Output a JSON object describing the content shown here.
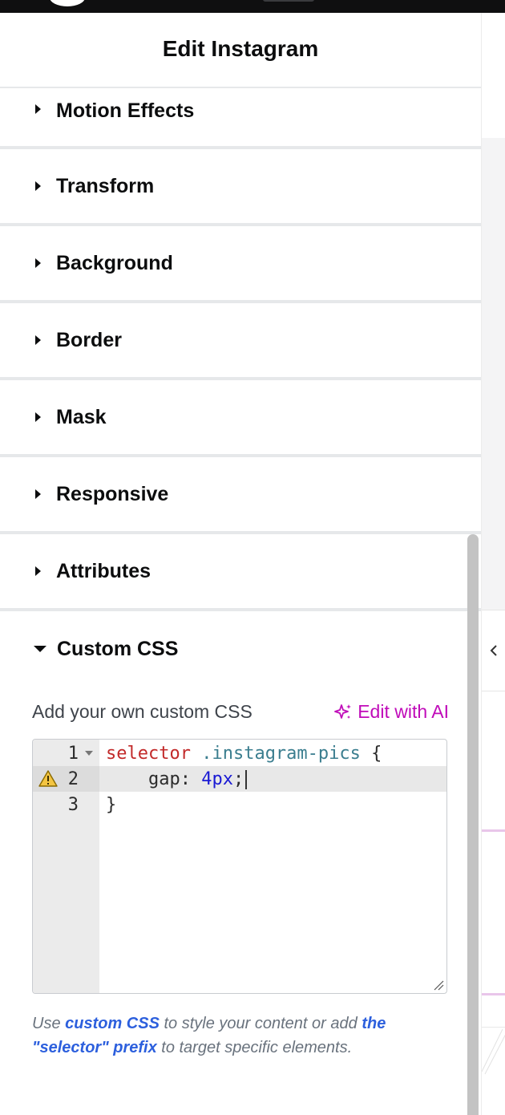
{
  "panel": {
    "title": "Edit Instagram"
  },
  "sections": [
    {
      "label": "Motion Effects",
      "expanded": false
    },
    {
      "label": "Transform",
      "expanded": false
    },
    {
      "label": "Background",
      "expanded": false
    },
    {
      "label": "Border",
      "expanded": false
    },
    {
      "label": "Mask",
      "expanded": false
    },
    {
      "label": "Responsive",
      "expanded": false
    },
    {
      "label": "Attributes",
      "expanded": false
    },
    {
      "label": "Custom CSS",
      "expanded": true
    }
  ],
  "custom_css": {
    "description": "Add your own custom CSS",
    "ai_link": "Edit with AI",
    "ai_icon": "sparkle-icon",
    "editor": {
      "lines": [
        {
          "number": "1",
          "foldable": true,
          "warning": false,
          "active": false
        },
        {
          "number": "2",
          "foldable": false,
          "warning": true,
          "active": true
        },
        {
          "number": "3",
          "foldable": false,
          "warning": false,
          "active": false
        }
      ],
      "line1": {
        "selector": "selector",
        "class": ".instagram-pics",
        "brace_open": "{"
      },
      "line2": {
        "indent": "    ",
        "property": "gap:",
        "value": "4px",
        "semicolon": ";"
      },
      "line3": {
        "brace_close": "}"
      }
    },
    "help": {
      "part1": "Use ",
      "link1": "custom CSS",
      "part2": " to style your content or add ",
      "link2": "the \"selector\" prefix",
      "part3": " to target specific elements."
    }
  },
  "colors": {
    "accent_ai": "#c00bb9",
    "link": "#2c5fdd",
    "divider": "#e6e8ea",
    "top_bar": "#0f0f10"
  }
}
